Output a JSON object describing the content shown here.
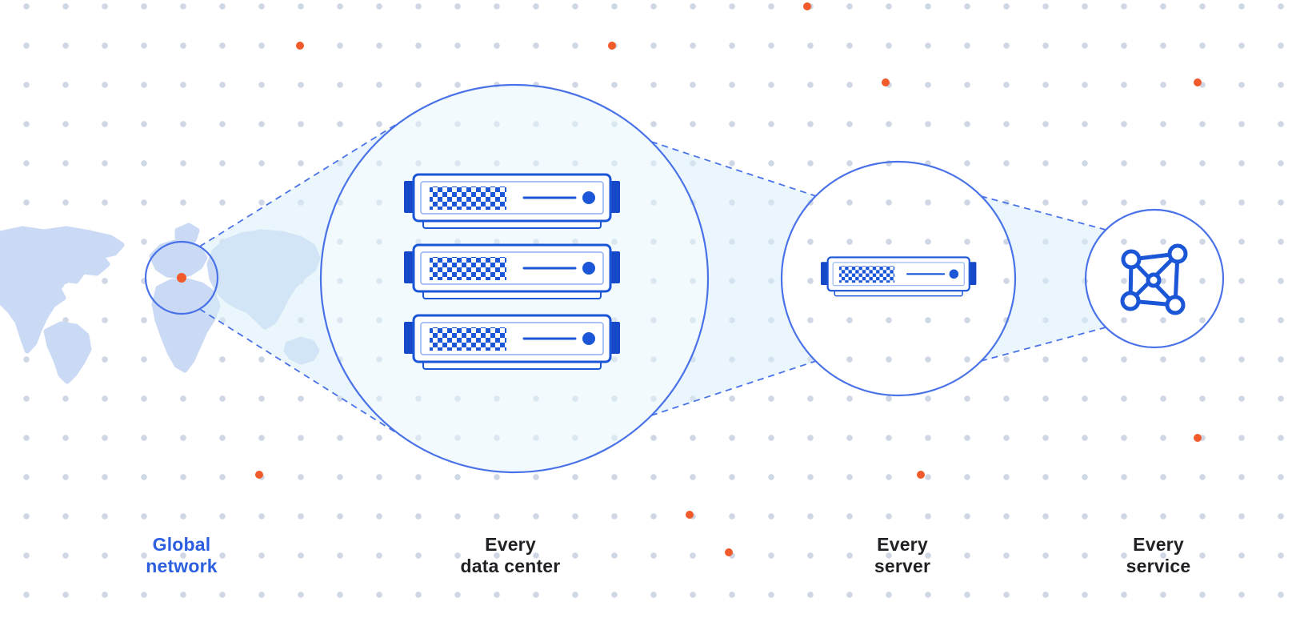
{
  "diagram": {
    "stages": [
      {
        "id": "global-network",
        "icon": "world-map-icon",
        "marker": "location-dot-orange",
        "label_line1": "Global",
        "label_line2": "network"
      },
      {
        "id": "every-data-center",
        "icon": "server-stack-icon",
        "label_line1": "Every",
        "label_line2": "data center"
      },
      {
        "id": "every-server",
        "icon": "single-server-icon",
        "label_line1": "Every",
        "label_line2": "server"
      },
      {
        "id": "every-service",
        "icon": "network-mesh-icon",
        "label_line1": "Every",
        "label_line2": "service"
      }
    ]
  },
  "colors": {
    "primary_blue": "#1a56d6",
    "circle_blue": "#4a72e8",
    "tab_blue": "#1549c8",
    "label_blue": "#2b5fdf",
    "label_dark": "#1f2124",
    "cone_cyan": "#d9eff7",
    "map_blue": "#c9d9f4",
    "grid_dot": "#cfd6e4",
    "accent_orange": "#f15b2b",
    "background": "#ffffff"
  }
}
